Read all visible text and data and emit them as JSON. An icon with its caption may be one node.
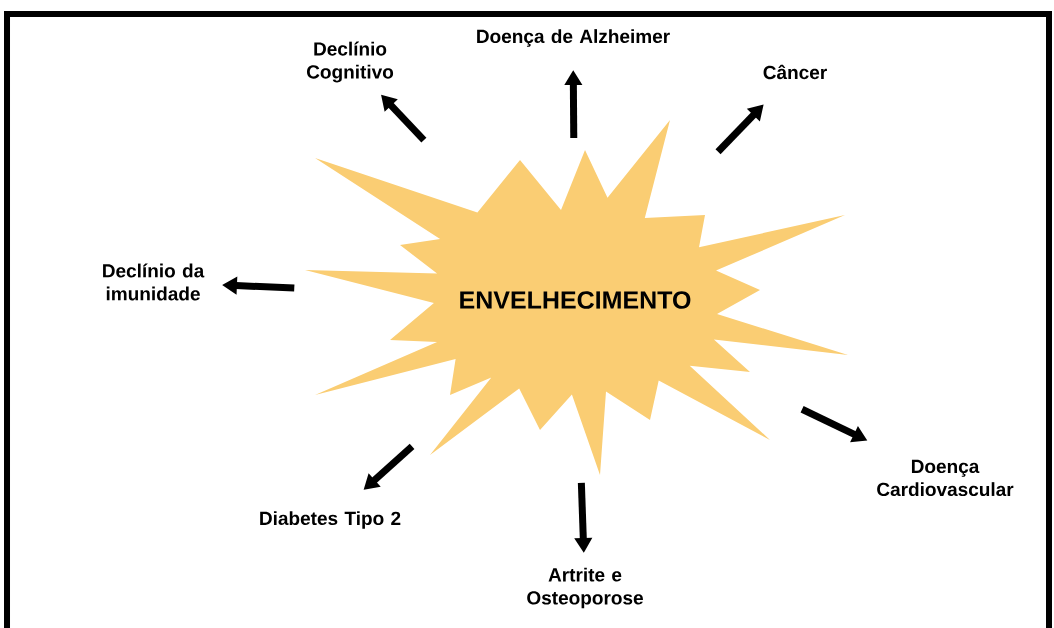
{
  "diagram": {
    "nodes": [
      {
        "text": [
          "ENVELHECIMENTO"
        ]
      },
      {
        "text": [
          "Declínio Cognitivo"
        ]
      },
      {
        "text": [
          "Doença de Alzheimer"
        ]
      },
      {
        "text": [
          "Câncer"
        ]
      },
      {
        "text": [
          "Declínio da imunidade"
        ]
      },
      {
        "text": [
          "Doença Cardiovascular"
        ]
      },
      {
        "text": [
          "Diabetes Tipo 2"
        ]
      },
      {
        "text": [
          "Artrite e Osteoporose"
        ]
      }
    ],
    "edges": [
      {
        "from": 0,
        "to": 1,
        "arrow": "to"
      },
      {
        "from": 0,
        "to": 2,
        "arrow": "to"
      },
      {
        "from": 0,
        "to": 3,
        "arrow": "to"
      },
      {
        "from": 0,
        "to": 4,
        "arrow": "to"
      },
      {
        "from": 0,
        "to": 5,
        "arrow": "to"
      },
      {
        "from": 0,
        "to": 6,
        "arrow": "to"
      },
      {
        "from": 0,
        "to": 7,
        "arrow": "to"
      }
    ]
  }
}
